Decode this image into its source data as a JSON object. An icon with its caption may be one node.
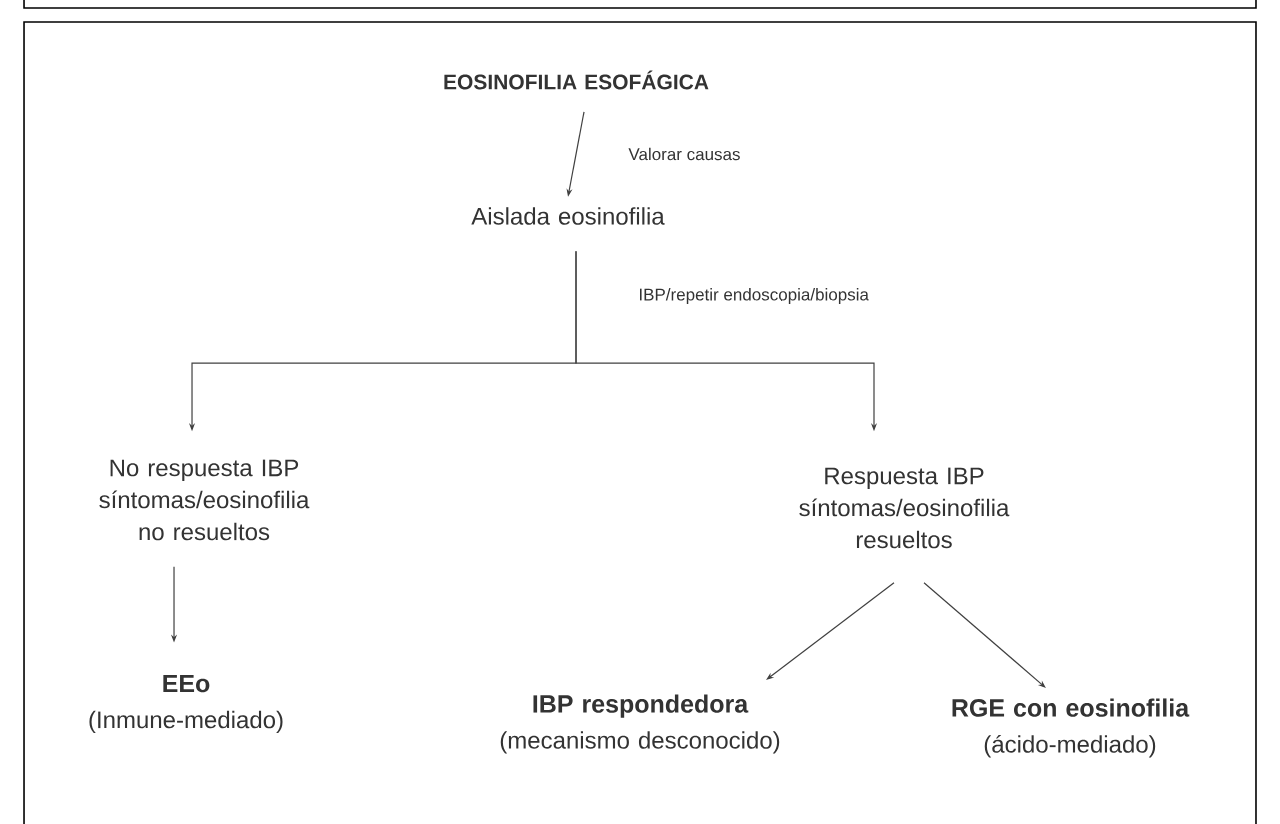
{
  "diagram": {
    "nodes": [
      {
        "text": [
          "EOSINOFILIA ESOFÁGICA"
        ]
      },
      {
        "text": [
          "Aislada eosinofilia"
        ]
      },
      {
        "text": [
          "No respuesta IBP síntomas/eosinofilia no resueltos"
        ]
      },
      {
        "text": [
          "Respuesta IBP síntomas/eosinofilia resueltos"
        ]
      },
      {
        "text": [
          "EEo",
          "(Inmune-mediado)"
        ]
      },
      {
        "text": [
          "IBP respondedora",
          "(mecanismo desconocido)"
        ]
      },
      {
        "text": [
          "RGE con eosinofilia",
          "(ácido-mediado)"
        ]
      }
    ],
    "edges": [
      {
        "from": 0,
        "to": 1,
        "arrow": "to",
        "label": "Valorar causas"
      },
      {
        "from": 1,
        "to": 2,
        "arrow": "to",
        "label": "IBP/repetir endoscopia/biopsia"
      },
      {
        "from": 1,
        "to": 3,
        "arrow": "to"
      },
      {
        "from": 2,
        "to": 4,
        "arrow": "to"
      },
      {
        "from": 3,
        "to": 5,
        "arrow": "to"
      },
      {
        "from": 3,
        "to": 6,
        "arrow": "to"
      }
    ]
  }
}
